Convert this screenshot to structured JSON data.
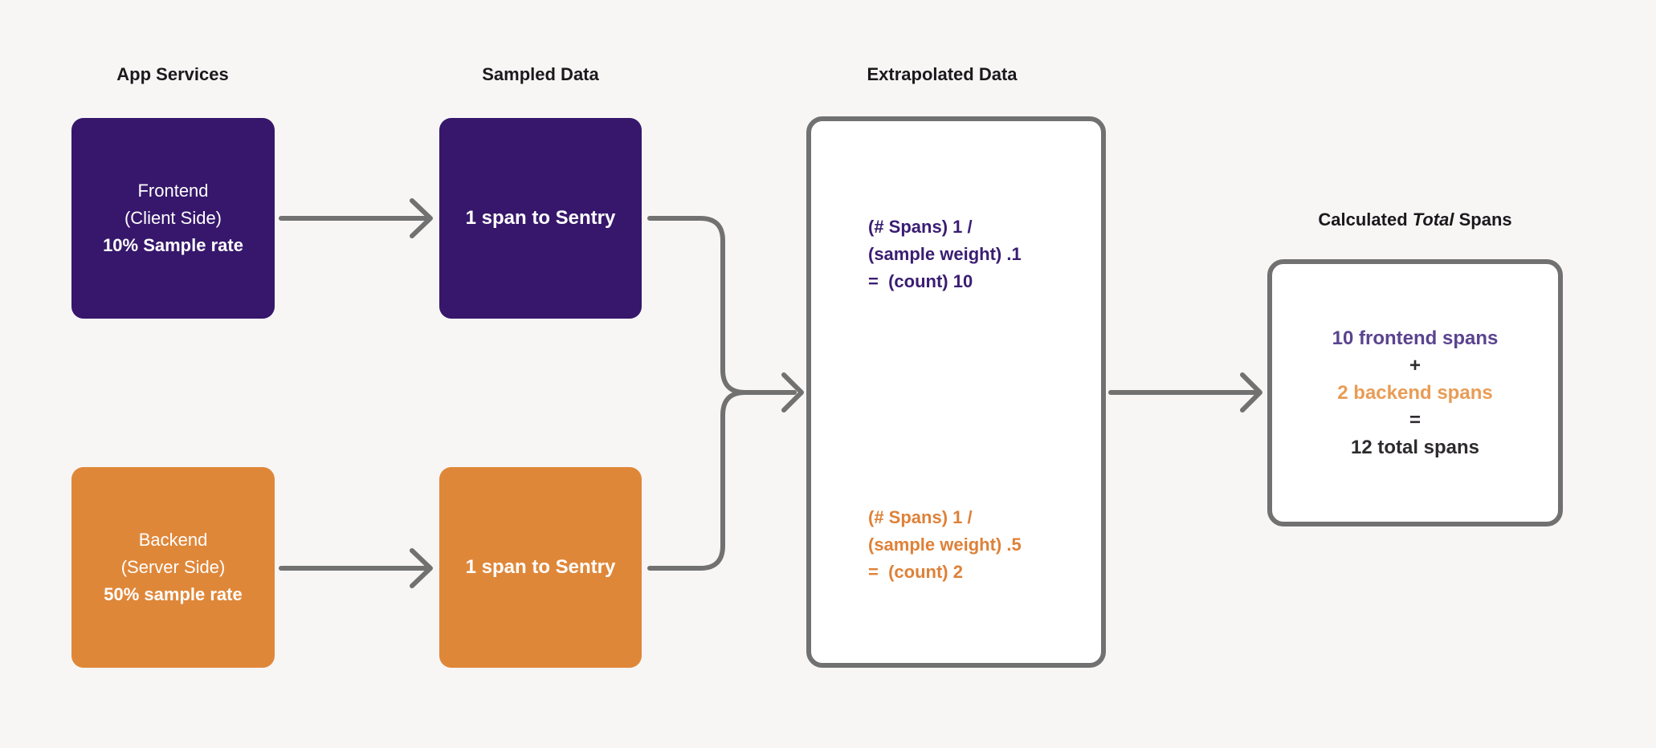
{
  "colors": {
    "background": "#F7F6F5",
    "purple_box": "#36176B",
    "orange_box": "#DF8739",
    "connector_gray": "#717171",
    "heading_text": "#1C191D",
    "extrapolated_purple_text": "#3A1D72",
    "extrapolated_orange_text": "#DE8138",
    "total_purple_text": "#5A438F",
    "total_orange_text": "#E89C55",
    "dark_text": "#2E2B2E"
  },
  "headings": {
    "app_services": "App Services",
    "sampled_data": "Sampled Data",
    "extrapolated_data": "Extrapolated Data",
    "calculated_prefix": "Calculated ",
    "calculated_italic": "Total",
    "calculated_suffix": " Spans"
  },
  "nodes": {
    "frontend": {
      "line1": "Frontend",
      "line2": "(Client Side)",
      "line3": "10% Sample rate"
    },
    "backend": {
      "line1": "Backend",
      "line2": "(Server Side)",
      "line3": "50% sample rate"
    },
    "sampled_frontend": {
      "label": "1 span to Sentry"
    },
    "sampled_backend": {
      "label": "1 span to Sentry"
    },
    "extrapolated_frontend": {
      "line1": "(# Spans) 1 /",
      "line2": "(sample weight) .1",
      "line3": "=  (count) 10"
    },
    "extrapolated_backend": {
      "line1": "(# Spans) 1 /",
      "line2": "(sample weight) .5",
      "line3": "=  (count) 2"
    },
    "calculated_total": {
      "line1": "10 frontend spans",
      "line2": "+",
      "line3": "2 backend spans",
      "line4": "=",
      "line5": "12 total spans"
    }
  }
}
